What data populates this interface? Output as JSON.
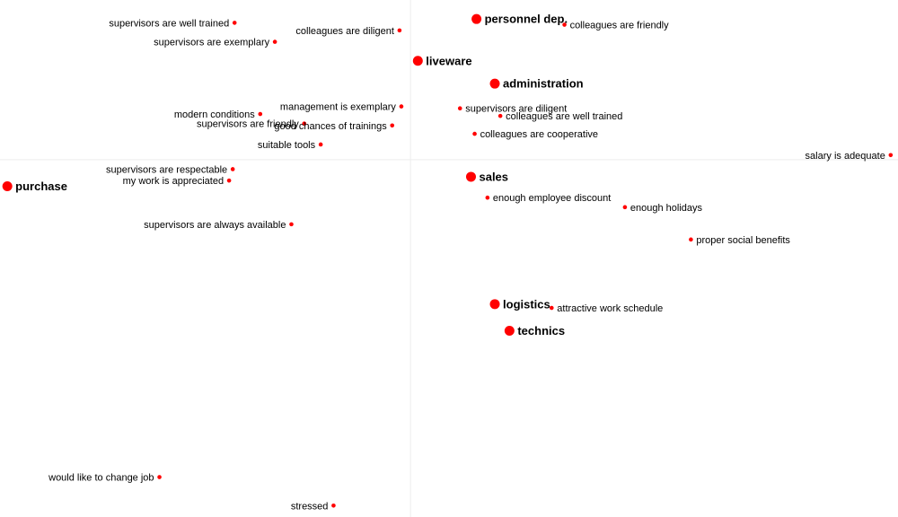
{
  "chart_data": {
    "type": "scatter",
    "title": "",
    "xlabel": "",
    "ylabel": "",
    "grid": false,
    "axes_cross_at_zero": true,
    "xlim": [
      -1.12,
      1.33
    ],
    "ylim": [
      -0.94,
      0.42
    ],
    "marker_color": "#ff0000",
    "series": [
      {
        "kind": "department",
        "points": [
          {
            "label": "personnel dep.",
            "x": 0.18,
            "y": 0.37,
            "label_side": "right"
          },
          {
            "label": "liveware",
            "x": 0.02,
            "y": 0.26,
            "label_side": "right"
          },
          {
            "label": "administration",
            "x": 0.23,
            "y": 0.2,
            "label_side": "right"
          },
          {
            "label": "purchase",
            "x": -1.1,
            "y": -0.07,
            "label_side": "right"
          },
          {
            "label": "sales",
            "x": 0.165,
            "y": -0.045,
            "label_side": "right"
          },
          {
            "label": "logistics",
            "x": 0.23,
            "y": -0.38,
            "label_side": "right"
          },
          {
            "label": "technics",
            "x": 0.27,
            "y": -0.45,
            "label_side": "right"
          }
        ]
      },
      {
        "kind": "attribute",
        "points": [
          {
            "label": "supervisors are well trained",
            "x": -0.48,
            "y": 0.36,
            "label_side": "left"
          },
          {
            "label": "colleagues are diligent",
            "x": -0.03,
            "y": 0.34,
            "label_side": "left"
          },
          {
            "label": "colleagues are friendly",
            "x": 0.42,
            "y": 0.355,
            "label_side": "right"
          },
          {
            "label": "supervisors are exemplary",
            "x": -0.37,
            "y": 0.31,
            "label_side": "left"
          },
          {
            "label": "management is exemplary",
            "x": -0.025,
            "y": 0.14,
            "label_side": "left"
          },
          {
            "label": "supervisors are diligent",
            "x": 0.135,
            "y": 0.135,
            "label_side": "right"
          },
          {
            "label": "colleagues are well trained",
            "x": 0.245,
            "y": 0.115,
            "label_side": "right"
          },
          {
            "label": "modern conditions",
            "x": -0.41,
            "y": 0.12,
            "label_side": "left"
          },
          {
            "label": "supervisors are friendly",
            "x": -0.29,
            "y": 0.095,
            "label_side": "left"
          },
          {
            "label": "good chances of trainings",
            "x": -0.05,
            "y": 0.09,
            "label_side": "left"
          },
          {
            "label": "colleagues are cooperative",
            "x": 0.175,
            "y": 0.068,
            "label_side": "right"
          },
          {
            "label": "suitable tools",
            "x": -0.245,
            "y": 0.04,
            "label_side": "left"
          },
          {
            "label": "salary is adequate",
            "x": 1.31,
            "y": 0.012,
            "label_side": "left"
          },
          {
            "label": "supervisors are respectable",
            "x": -0.485,
            "y": -0.025,
            "label_side": "left"
          },
          {
            "label": "my work is appreciated",
            "x": -0.495,
            "y": -0.055,
            "label_side": "left"
          },
          {
            "label": "enough employee discount",
            "x": 0.21,
            "y": -0.1,
            "label_side": "right"
          },
          {
            "label": "enough holidays",
            "x": 0.585,
            "y": -0.125,
            "label_side": "right"
          },
          {
            "label": "supervisors are always available",
            "x": -0.325,
            "y": -0.17,
            "label_side": "left"
          },
          {
            "label": "proper social benefits",
            "x": 0.765,
            "y": -0.21,
            "label_side": "right"
          },
          {
            "label": "attractive work schedule",
            "x": 0.385,
            "y": -0.39,
            "label_side": "right"
          },
          {
            "label": "would like to change job",
            "x": -0.685,
            "y": -0.835,
            "label_side": "left"
          },
          {
            "label": "stressed",
            "x": -0.21,
            "y": -0.91,
            "label_side": "left"
          }
        ]
      }
    ]
  }
}
